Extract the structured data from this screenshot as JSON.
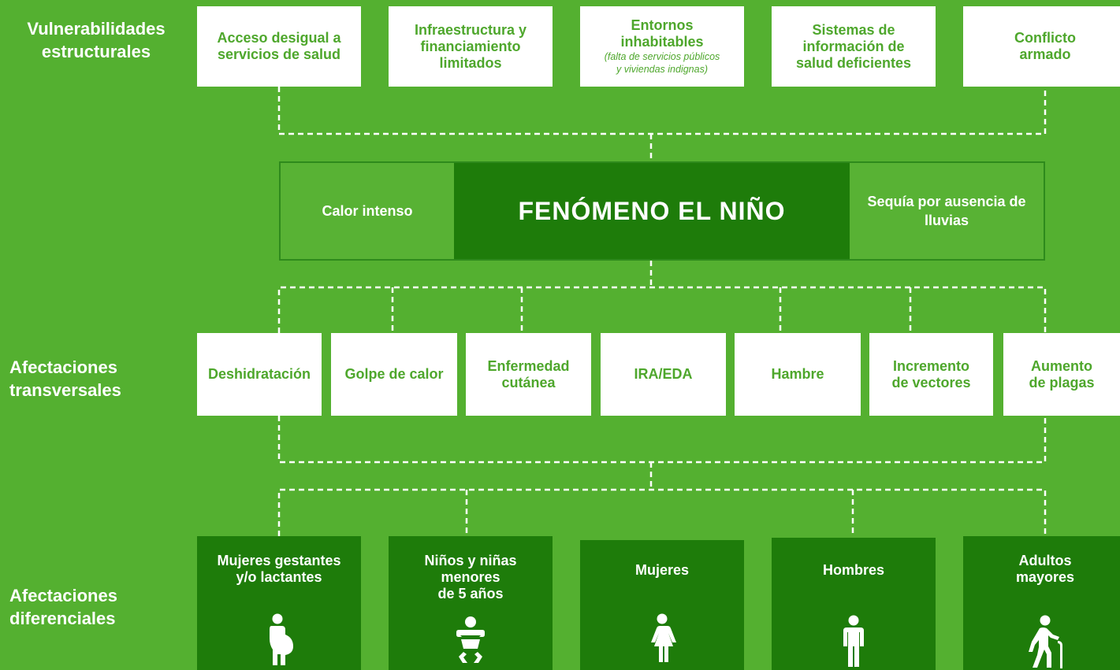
{
  "rows": {
    "vulnerabilidades": "Vulnerabilidades\nestructurales",
    "transversales": "Afectaciones\ntransversales",
    "diferenciales": "Afectaciones\ndiferenciales"
  },
  "vulnerabilidades": [
    {
      "label": "Acceso desigual a\nservicios de salud",
      "note": ""
    },
    {
      "label": "Infraestructura y\nfinanciamiento\nlimitados",
      "note": ""
    },
    {
      "label": "Entornos\ninhabitables",
      "note": "(falta de servicios públicos\ny viviendas indignas)"
    },
    {
      "label": "Sistemas de\ninformación de\nsalud deficientes",
      "note": ""
    },
    {
      "label": "Conflicto\narmado",
      "note": ""
    }
  ],
  "fenomeno": {
    "left": "Calor intenso",
    "title": "FENÓMENO EL NIÑO",
    "right": "Sequía por ausencia de\nlluvias"
  },
  "transversales": [
    "Deshidratación",
    "Golpe de calor",
    "Enfermedad\ncutánea",
    "IRA/EDA",
    "Hambre",
    "Incremento\nde vectores",
    "Aumento\nde plagas"
  ],
  "diferenciales": [
    {
      "label": "Mujeres gestantes\ny/o lactantes",
      "icon": "pregnant-woman-icon"
    },
    {
      "label": "Niños y niñas\nmenores\nde 5 años",
      "icon": "baby-icon"
    },
    {
      "label": "Mujeres",
      "icon": "woman-icon"
    },
    {
      "label": "Hombres",
      "icon": "man-icon"
    },
    {
      "label": "Adultos\nmayores",
      "icon": "elderly-person-icon"
    }
  ],
  "colors": {
    "background": "#54b030",
    "box_text": "#4ea72c",
    "dark_green": "#1e7c0a",
    "connector": "#ffffff"
  }
}
